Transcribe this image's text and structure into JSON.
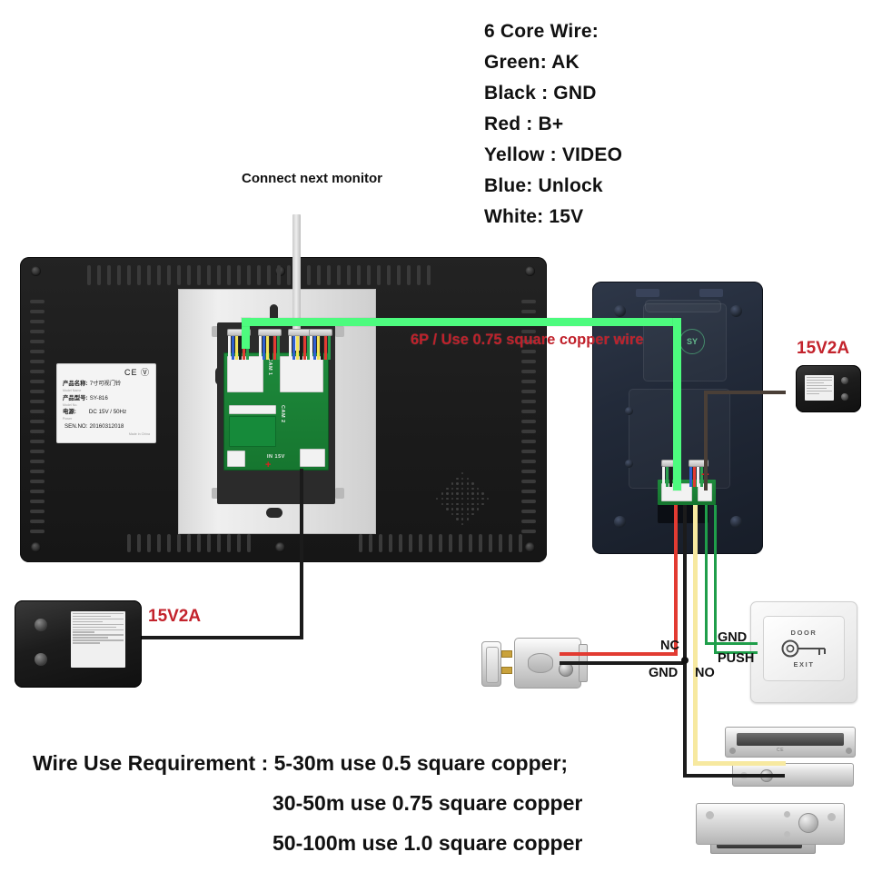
{
  "legend": {
    "title": "6 Core Wire:",
    "lines": [
      "Green: AK",
      "Black : GND",
      "Red : B+",
      "Yellow : VIDEO",
      "Blue: Unlock",
      "White: 15V"
    ]
  },
  "labels": {
    "connect_next_monitor": "Connect next monitor",
    "cable_note": "6P / Use 0.75 square copper wire",
    "adapter_left": "15V2A",
    "adapter_right": "15V2A"
  },
  "terminals": {
    "nc": "NC",
    "gnd_left": "GND",
    "no": "NO",
    "gnd_right": "GND",
    "push": "PUSH"
  },
  "exit_button": {
    "top_text": "DOOR",
    "bottom_text": "EXIT"
  },
  "product_label": {
    "cert": "CE",
    "name_key": "产品名称:",
    "name_sub": "Model Name",
    "name_val": "7寸可视门铃",
    "model_key": "产品型号:",
    "model_sub": "Model No.",
    "model_val": "SY-816",
    "power_key": "电源:",
    "power_sub": "Power",
    "power_val": "DC  15V / 50Hz",
    "sen_key": "SEN.NO:",
    "sen_val": "20160312018",
    "made_in": "Made in China"
  },
  "pcb": {
    "cam1": "CAM 1",
    "cam2": "CAM 2",
    "power_in": "IN  15V",
    "plus": "+"
  },
  "station": {
    "logo": "SY"
  },
  "requirements": [
    "Wire Use Requirement : 5-30m use 0.5 square copper;",
    "30-50m use 0.75 square copper",
    "50-100m use 1.0 square copper"
  ],
  "colors": {
    "cable_green": "#4dfb7e",
    "note_red": "#c0202a",
    "wire_red": "#e23b32",
    "wire_black": "#1b1b1b",
    "wire_yellow": "#f7e9a0",
    "wire_green": "#1f9e4a",
    "pcb_green": "#1e8a3c",
    "monitor_black": "#232323",
    "station_navy": "#2e3748"
  }
}
